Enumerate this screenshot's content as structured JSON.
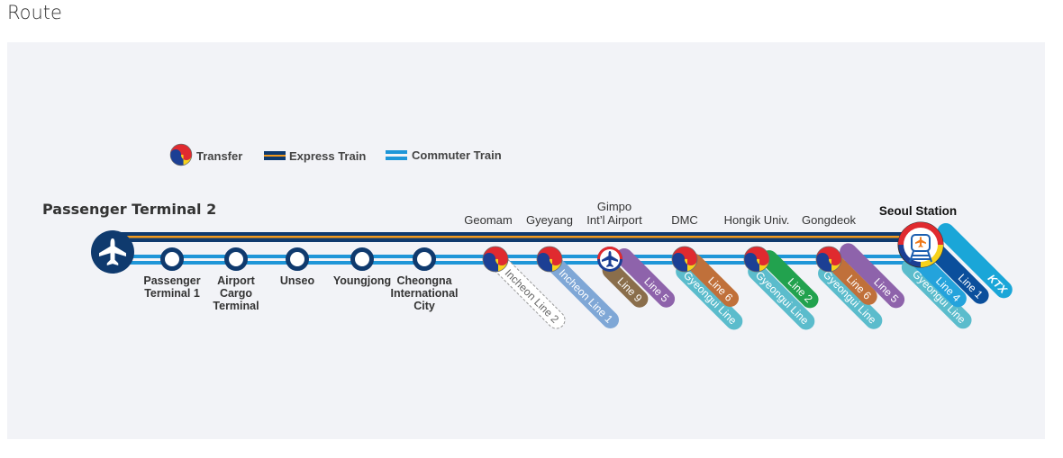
{
  "title": "Route",
  "legend": {
    "transfer": "Transfer",
    "express": "Express Train",
    "commuter": "Commuter Train"
  },
  "colors": {
    "navy": "#0f3a6e",
    "orange": "#f39a1e",
    "commuter": "#1e96d8",
    "panel": "#f2f3f7"
  },
  "origin": {
    "name": "Passenger Terminal 2",
    "icon": "airplane-icon"
  },
  "stations": [
    {
      "lines": [
        "Passenger",
        "Terminal 1"
      ]
    },
    {
      "lines": [
        "Airport",
        "Cargo",
        "Terminal"
      ]
    },
    {
      "lines": [
        "Unseo"
      ]
    },
    {
      "lines": [
        "Youngjong"
      ]
    },
    {
      "lines": [
        "Cheongna",
        "International",
        "City"
      ]
    }
  ],
  "transfers": [
    {
      "name": [
        "Geomam"
      ],
      "pills": [
        {
          "label": "Incheon Line 2",
          "color": "#ffffff",
          "dashed": true
        }
      ]
    },
    {
      "name": [
        "Gyeyang"
      ],
      "pills": [
        {
          "label": "Incheon Line 1",
          "color": "#7fa7d6"
        }
      ]
    },
    {
      "name": [
        "Gimpo",
        "Int’l Airport"
      ],
      "icon": "airplane-icon",
      "pills": [
        {
          "label": "Line 5",
          "color": "#8e63ab"
        },
        {
          "label": "Line 9",
          "color": "#8a6e4b"
        }
      ]
    },
    {
      "name": [
        "DMC"
      ],
      "pills": [
        {
          "label": "Gyeongui Line",
          "color": "#5bbccc"
        },
        {
          "label": "Line 6",
          "color": "#c0703a"
        }
      ]
    },
    {
      "name": [
        "Hongik Univ."
      ],
      "pills": [
        {
          "label": "Gyeongui Line",
          "color": "#5bbccc"
        },
        {
          "label": "Line 2",
          "color": "#22a24e"
        }
      ]
    },
    {
      "name": [
        "Gongdeok"
      ],
      "pills": [
        {
          "label": "Line 5",
          "color": "#8e63ab"
        },
        {
          "label": "Gyeongui Line",
          "color": "#5bbccc"
        },
        {
          "label": "Line 6",
          "color": "#c0703a"
        }
      ]
    }
  ],
  "terminus": {
    "name": "Seoul Station",
    "icon": "train-airplane-icon",
    "pills": [
      {
        "label": "KTX",
        "color": "#1aa6d8"
      },
      {
        "label": "Line 1",
        "color": "#0b4f9c"
      },
      {
        "label": "Gyeongui Line",
        "color": "#5bbccc"
      },
      {
        "label": "Line 4",
        "color": "#24a3dc"
      }
    ]
  }
}
